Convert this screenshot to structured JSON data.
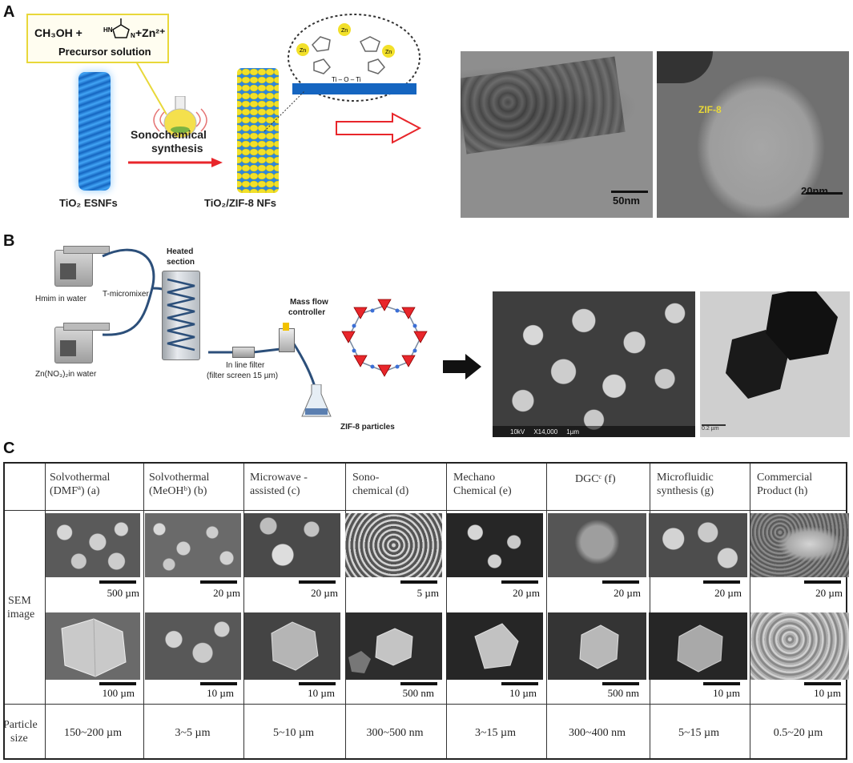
{
  "panels": {
    "a": {
      "letter": "A",
      "precursor_box": {
        "line1": "CH₃OH + ",
        "hn": "HN",
        "n": "N",
        "plus_zn": "+Zn²⁺",
        "caption": "Precursor solution"
      },
      "synthesis_label_line1": "Sonochemical",
      "synthesis_label_line2": "synthesis",
      "left_label": "TiO₂ ESNFs",
      "right_label": "TiO₂/ZIF-8 NFs",
      "zoom_labels": {
        "zn": "Zn",
        "ti_o_ti": "Ti – O – Ti"
      },
      "tem1_scale": "50nm",
      "tem2_scale": "20nm",
      "tem2_annotation": "ZIF-8"
    },
    "b": {
      "letter": "B",
      "heated_line1": "Heated",
      "heated_line2": "section",
      "t_micromixer": "T-micromixer",
      "hmim": "Hmim in water",
      "zn_nitrate": "Zn(NO₃)₂in water",
      "mass_flow_line1": "Mass flow",
      "mass_flow_line2": "controller",
      "filter_line1": "In line filter",
      "filter_line2": "(filter screen 15 µm)",
      "particles": "ZIF-8 particles",
      "sem_footer": "10kV     X14,000     1µm",
      "tem_scale": "0.2 µm"
    },
    "c": {
      "letter": "C",
      "row_label_sem_1": "SEM",
      "row_label_sem_2": "image",
      "row_label_size_1": "Particle",
      "row_label_size_2": "size",
      "columns": [
        {
          "h1": "Solvothermal",
          "h2": "(DMFª) (a)",
          "top_scale": "500 µm",
          "bottom_scale": "100 µm",
          "size": "150~200 µm"
        },
        {
          "h1": "Solvothermal",
          "h2": "(MeOHᵇ) (b)",
          "top_scale": "20 µm",
          "bottom_scale": "10 µm",
          "size": "3~5 µm"
        },
        {
          "h1": "Microwave -",
          "h2": "assisted (c)",
          "top_scale": "20 µm",
          "bottom_scale": "10 µm",
          "size": "5~10 µm"
        },
        {
          "h1": "Sono-",
          "h2": "chemical (d)",
          "top_scale": "5 µm",
          "bottom_scale": "500 nm",
          "size": "300~500 nm"
        },
        {
          "h1": "Mechano",
          "h2": "Chemical (e)",
          "top_scale": "20 µm",
          "bottom_scale": "10 µm",
          "size": "3~15 µm"
        },
        {
          "h1": "DGCᶜ (f)",
          "h2": "",
          "top_scale": "20 µm",
          "bottom_scale": "500 nm",
          "size": "300~400 nm"
        },
        {
          "h1": "Microfluidic",
          "h2": "synthesis (g)",
          "top_scale": "20 µm",
          "bottom_scale": "10 µm",
          "size": "5~15 µm"
        },
        {
          "h1": "Commercial",
          "h2": "Product (h)",
          "top_scale": "20 µm",
          "bottom_scale": "10 µm",
          "size": "0.5~20 µm"
        }
      ]
    }
  },
  "colors": {
    "arrow_red": "#e8262b",
    "nanofiber_blue": "#1e88e5",
    "zif_yellow": "#f2e02a",
    "box_yellow": "#f3e94a",
    "pipe_blue": "#2c4f7a"
  }
}
